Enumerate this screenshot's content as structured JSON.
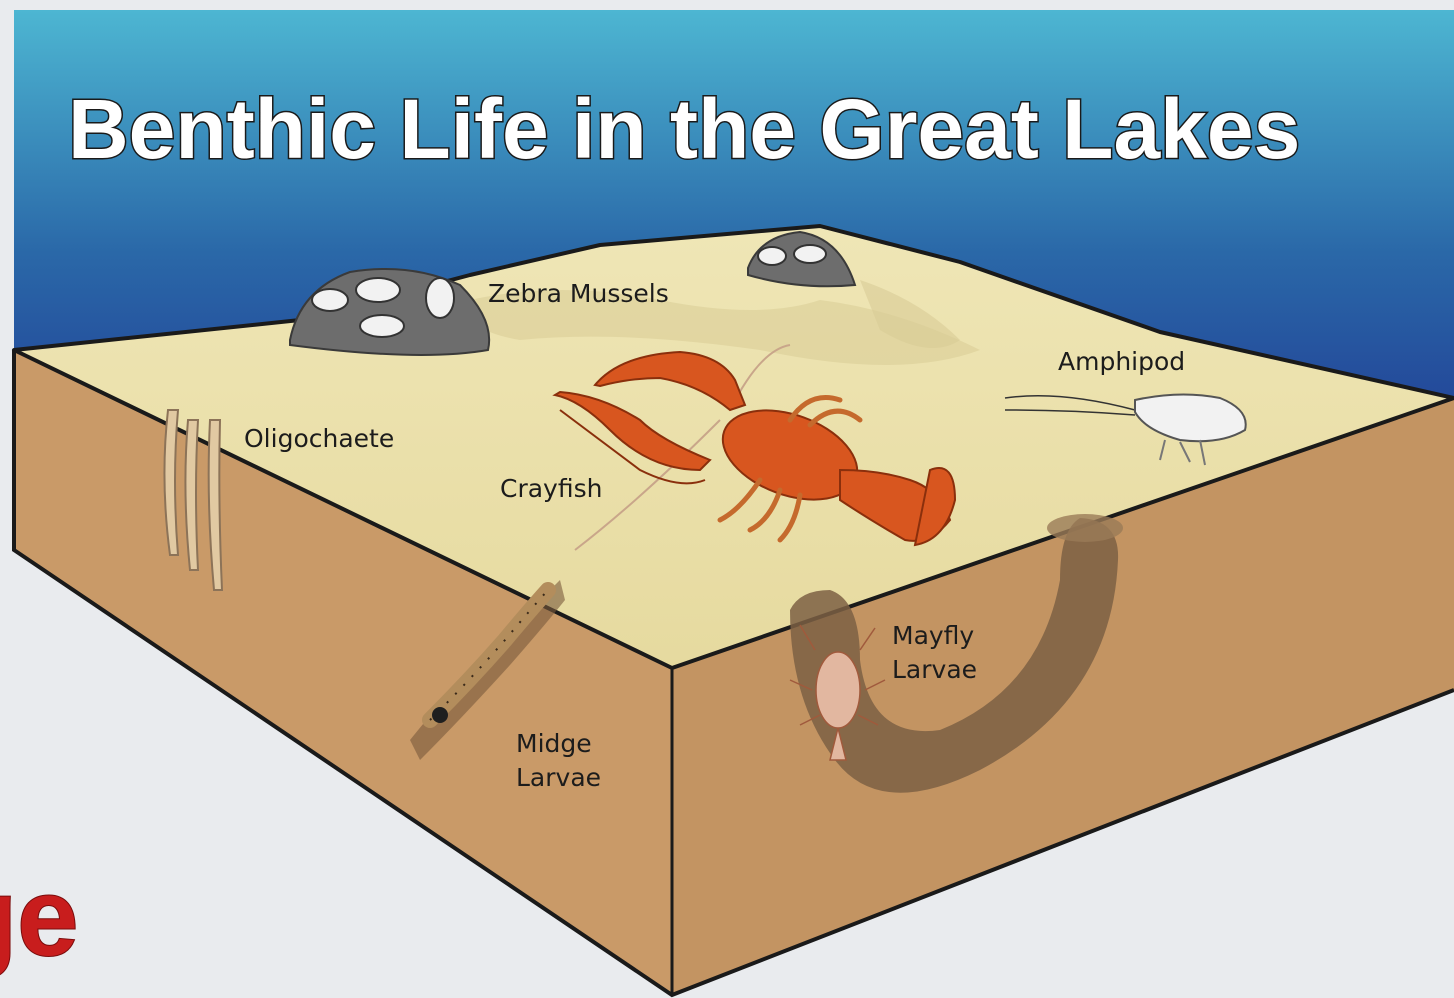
{
  "diagram": {
    "title": "Benthic Life in the Great Lakes",
    "labels": {
      "zebra_mussels": "Zebra Mussels",
      "amphipod": "Amphipod",
      "oligochaete": "Oligochaete",
      "crayfish": "Crayfish",
      "mayfly_line1": "Mayfly",
      "mayfly_line2": "Larvae",
      "midge_line1": "Midge",
      "midge_line2": "Larvae"
    }
  },
  "overlay": {
    "cropped_text": "ge"
  },
  "colors": {
    "water_top": "#4db6d2",
    "water_bottom": "#1d2a8c",
    "sand_surface": "#ece2ad",
    "sediment_front": "#c99a68",
    "sediment_right": "#c39462",
    "burrow": "#7d6044",
    "crayfish": "#d8561f",
    "page_bg": "#e9ebee",
    "stray_text": "#c81d1d"
  }
}
